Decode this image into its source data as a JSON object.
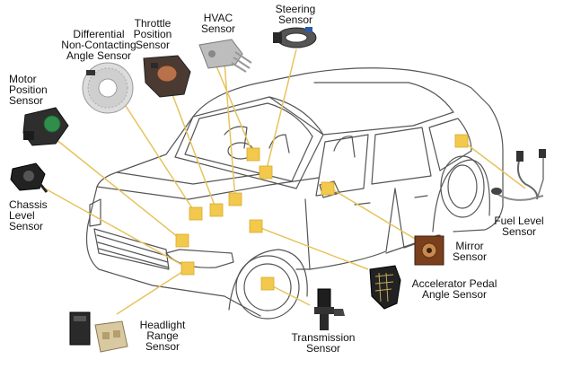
{
  "labels": {
    "differential": [
      "Differential",
      "Non-Contacting",
      "Angle Sensor"
    ],
    "throttle": [
      "Throttle",
      "Position",
      "Sensor"
    ],
    "hvac": [
      "HVAC",
      "Sensor"
    ],
    "steering": [
      "Steering",
      "Sensor"
    ],
    "motor": [
      "Motor",
      "Position",
      "Sensor"
    ],
    "chassis": [
      "Chassis",
      "Level",
      "Sensor"
    ],
    "fuel": [
      "Fuel Level",
      "Sensor"
    ],
    "mirror": [
      "Mirror",
      "Sensor"
    ],
    "pedal": [
      "Accelerator Pedal",
      "Angle Sensor"
    ],
    "headlight": [
      "Headlight",
      "Range",
      "Sensor"
    ],
    "transmission": [
      "Transmission",
      "Sensor"
    ]
  },
  "colors": {
    "marker": "#f2c94c",
    "marker_border": "#d9a92a",
    "leader": "#e6c35c",
    "car_outline": "#555555"
  }
}
